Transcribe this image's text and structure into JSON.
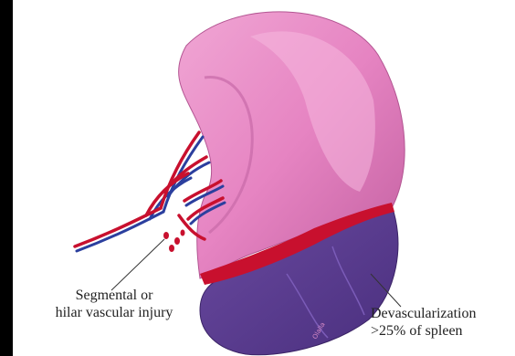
{
  "labels": {
    "vascular_injury": [
      "Segmental or",
      "hilar vascular injury"
    ],
    "devascularization": [
      "Devascularization",
      ">25% of spleen"
    ]
  },
  "colors": {
    "spleen_pink": "#e37fbd",
    "spleen_light": "#f2a9d6",
    "devascularized_purple": "#5a3d8e",
    "blood_red": "#c8102e",
    "vein_blue": "#2b3f9e"
  }
}
